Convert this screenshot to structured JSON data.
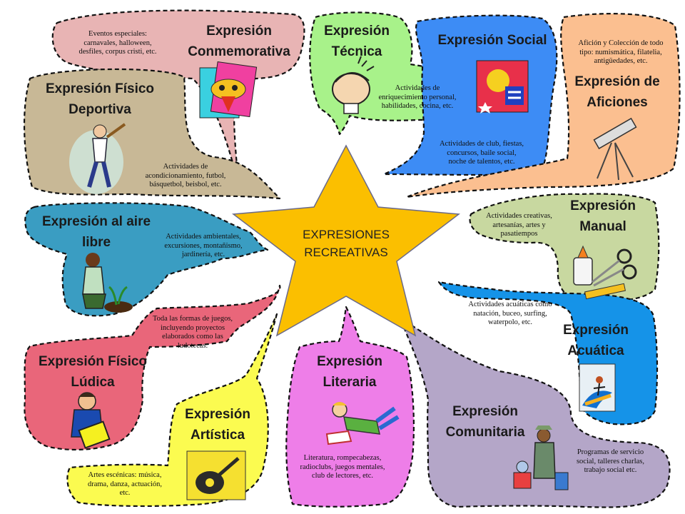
{
  "center": {
    "line1": "EXPRESIONES",
    "line2": "RECREATIVAS",
    "color": "#fbbf00"
  },
  "bubbles": [
    {
      "id": "conmemorativa",
      "color": "#e8b4b4",
      "title": [
        "Expresión",
        "Conmemorativa"
      ],
      "desc": [
        "Eventos especiales:",
        "carnavales, halloween,",
        "desfiles, corpus cristi, etc."
      ],
      "icon": "masks-icon"
    },
    {
      "id": "tecnica",
      "color": "#a8f28a",
      "title": [
        "Expresión",
        "Técnica"
      ],
      "desc": [
        "Actividades de",
        "enriquecimiento personal,",
        "habilidades, cocina, etc."
      ],
      "icon": "thinking-head-icon"
    },
    {
      "id": "social",
      "color": "#3d8cf5",
      "title": [
        "Expresión Social"
      ],
      "desc": [
        "Actividades de club, fiestas,",
        "concursos, baile social,",
        "noche de talentos, etc."
      ],
      "icon": "party-icon"
    },
    {
      "id": "aficiones",
      "color": "#fbbf90",
      "title": [
        "Expresión de",
        "Aficiones"
      ],
      "desc": [
        "Afición y Colección de todo",
        "tipo: numismática, filatelia,",
        "antigüedades, etc."
      ],
      "icon": "telescope-icon"
    },
    {
      "id": "fisico-deportiva",
      "color": "#c8b896",
      "title": [
        "Expresión Físico",
        "Deportiva"
      ],
      "desc": [
        "Actividades de",
        "acondicionamiento, futbol,",
        "básquetbol, beisbol, etc."
      ],
      "icon": "baseball-player-icon"
    },
    {
      "id": "aire-libre",
      "color": "#3a9dc2",
      "title": [
        "Expresión al aire",
        "libre"
      ],
      "desc": [
        "Actividades ambientales,",
        "excursiones, montañismo,",
        "jardinería, etc."
      ],
      "icon": "gardener-icon"
    },
    {
      "id": "manual",
      "color": "#c8d8a0",
      "title": [
        "Expresión",
        "Manual"
      ],
      "desc": [
        "Actividades creativas,",
        "artesanías, artes y",
        "pasatiempos"
      ],
      "icon": "scissors-glue-icon"
    },
    {
      "id": "acuatica",
      "color": "#1593e8",
      "title": [
        "Expresión",
        "Acuática"
      ],
      "desc": [
        "Actividades acuáticas como",
        "natación, buceo, surfing,",
        "waterpolo, etc."
      ],
      "icon": "surfer-icon"
    },
    {
      "id": "fisico-ludica",
      "color": "#e9667a",
      "title": [
        "Expresión Físico",
        "Lúdica"
      ],
      "desc": [
        "Toda las formas de juegos,",
        "incluyendo proyectos",
        "elaborados como las",
        "ludotecas."
      ],
      "icon": "game-player-icon"
    },
    {
      "id": "artistica",
      "color": "#fbfb50",
      "title": [
        "Expresión",
        "Artística"
      ],
      "desc": [
        "Artes escénicas: música,",
        "drama, danza, actuación,",
        "etc."
      ],
      "icon": "guitar-icon"
    },
    {
      "id": "literaria",
      "color": "#ee7ee8",
      "title": [
        "Expresión",
        "Literaria"
      ],
      "desc": [
        "Literatura, rompecabezas,",
        "radioclubs, juegos mentales,",
        "club de lectores, etc."
      ],
      "icon": "reading-child-icon"
    },
    {
      "id": "comunitaria",
      "color": "#b4a6c8",
      "title": [
        "Expresión",
        "Comunitaria"
      ],
      "desc": [
        "Programas de servicio",
        "social, talleres charlas,",
        "trabajo social etc."
      ],
      "icon": "volunteer-icon"
    }
  ]
}
